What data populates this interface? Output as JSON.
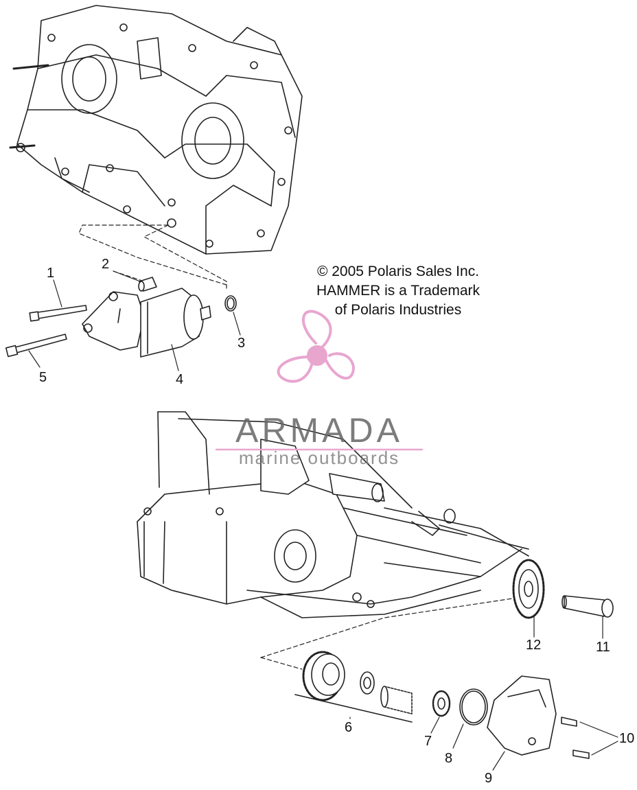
{
  "copyright": {
    "line1": "© 2005 Polaris Sales Inc.",
    "line2": "HAMMER is a Trademark",
    "line3": "of Polaris Industries"
  },
  "watermark": {
    "brand": "ARMADA",
    "tagline": "marine outboards",
    "color": "#e8a6cf"
  },
  "callouts": [
    "1",
    "2",
    "3",
    "4",
    "5",
    "6",
    "7",
    "8",
    "9",
    "10",
    "11",
    "12"
  ]
}
